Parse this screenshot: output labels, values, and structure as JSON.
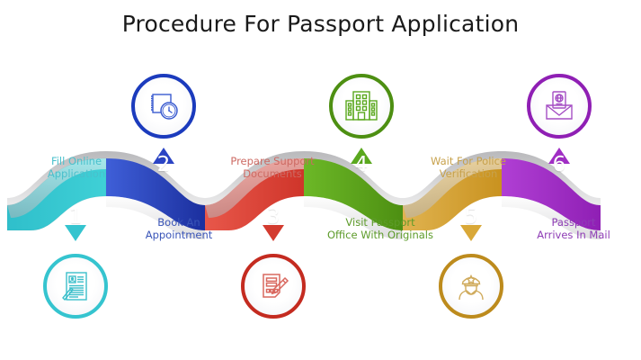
{
  "title": "Procedure For Passport Application",
  "steps": [
    {
      "number": "1",
      "label": "Fill Online Application",
      "label_line1": "Fill Online",
      "label_line2": "Application",
      "color": "#35c4cf",
      "color_dark": "#1aa8b5",
      "label_color": "#49c0cc",
      "icon": "application-document-icon",
      "label_position": "above",
      "icon_position": "below"
    },
    {
      "number": "2",
      "label": "Book An Appointment",
      "label_line1": "Book An",
      "label_line2": "Appointment",
      "color": "#2b44c4",
      "color_dark": "#1b2f9e",
      "label_color": "#3a55b8",
      "icon": "calendar-clock-icon",
      "label_position": "below",
      "icon_position": "above"
    },
    {
      "number": "3",
      "label": "Prepare Support Documents",
      "label_line1": "Prepare Support",
      "label_line2": "Documents",
      "color": "#e04437",
      "color_dark": "#c02f24",
      "label_color": "#cd6a63",
      "icon": "form-pencil-icon",
      "label_position": "above",
      "icon_position": "below"
    },
    {
      "number": "4",
      "label": "Visit Passport Office With Originals",
      "label_line1": "Visit Passport",
      "label_line2": "Office With Originals",
      "color": "#5aa81e",
      "color_dark": "#45870f",
      "label_color": "#5d9b2a",
      "icon": "office-building-icon",
      "label_position": "below",
      "icon_position": "above"
    },
    {
      "number": "5",
      "label": "Wait For Police Verification",
      "label_line1": "Wait For Police",
      "label_line2": "Verification",
      "color": "#d9a838",
      "color_dark": "#bd8b1d",
      "label_color": "#c7a14b",
      "icon": "police-officer-icon",
      "label_position": "above",
      "icon_position": "below"
    },
    {
      "number": "6",
      "label": "Passport Arrives In Mail",
      "label_line1": "Passport",
      "label_line2": "Arrives In Mail",
      "color": "#a02ec4",
      "color_dark": "#8a1aad",
      "label_color": "#8e3cb5",
      "icon": "passport-envelope-icon",
      "label_position": "below",
      "icon_position": "above"
    }
  ],
  "ribbon": {
    "gray_light": "#f2f2f3",
    "gray_dark": "#b9b9bc",
    "background": "#ffffff"
  }
}
